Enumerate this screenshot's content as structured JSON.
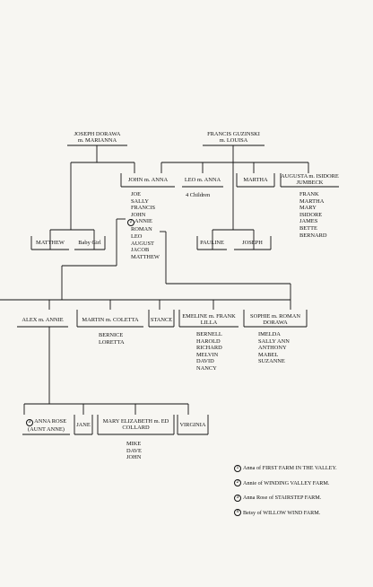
{
  "gen1": {
    "dorawa": "JOSEPH DORAWA\nm. MARIANNA",
    "guzinski": "FRANCIS GUZINSKI\nm. LOUISA"
  },
  "gen2": {
    "john": "JOHN m. ANNA",
    "leo": "LEO m. ANNA",
    "martha": "MARTHA",
    "augusta": "AUGUSTA m. ISIDORE\nJUMBECK",
    "matthew": "MATTHEW",
    "baby_girl": "Baby Girl",
    "pauline": "PAULINE",
    "joseph": "JOSEPH"
  },
  "john_children": [
    "JOE",
    "SALLY",
    "FRANCIS",
    "JOHN",
    "ANNIE",
    "ROMAN",
    "LEO",
    "AUGUST",
    "JACOB",
    "MATTHEW"
  ],
  "annie_marker": "2",
  "leo_children": "4 Children",
  "augusta_children": [
    "FRANK",
    "MARTHA",
    "MARY",
    "ISIDORE",
    "JAMES",
    "BETTE",
    "BERNARD"
  ],
  "gen3": {
    "alex": "ALEX m. ANNIE",
    "martin": "MARTIN m. COLETTA",
    "stance": "STANCE",
    "emeline": "EMELINE m. FRANK\nLILLA",
    "sophie": "SOPHIE m. ROMAN\nDORAWA"
  },
  "martin_children": [
    "BERNICE",
    "LORETTA"
  ],
  "emeline_children": [
    "BERNELL",
    "HAROLD",
    "RICHARD",
    "MELVIN",
    "DAVID",
    "NANCY"
  ],
  "sophie_children": [
    "IMELDA",
    "SALLY ANN",
    "ANTHONY",
    "MABEL",
    "SUZANNE"
  ],
  "gen4": {
    "anna_rose": "ANNA ROSE\n(AUNT ANNE)",
    "anna_rose_marker": "3",
    "jane": "JANE",
    "mary_elizabeth": "MARY ELIZABETH m. ED\nCOLLARD",
    "virginia": "VIRGINIA"
  },
  "mary_children": [
    "MIKE",
    "DAVE",
    "JOHN"
  ],
  "legend": [
    {
      "num": "1",
      "text": "Anna of FIRST FARM IN THE VALLEY."
    },
    {
      "num": "2",
      "text": "Annie of WINDING VALLEY FARM."
    },
    {
      "num": "3",
      "text": "Anna Rose of STAIRSTEP FARM."
    },
    {
      "num": "4",
      "text": "Betsy of WILLOW WIND FARM."
    }
  ],
  "colors": {
    "ink": "#111111",
    "paper": "#f7f6f2"
  }
}
